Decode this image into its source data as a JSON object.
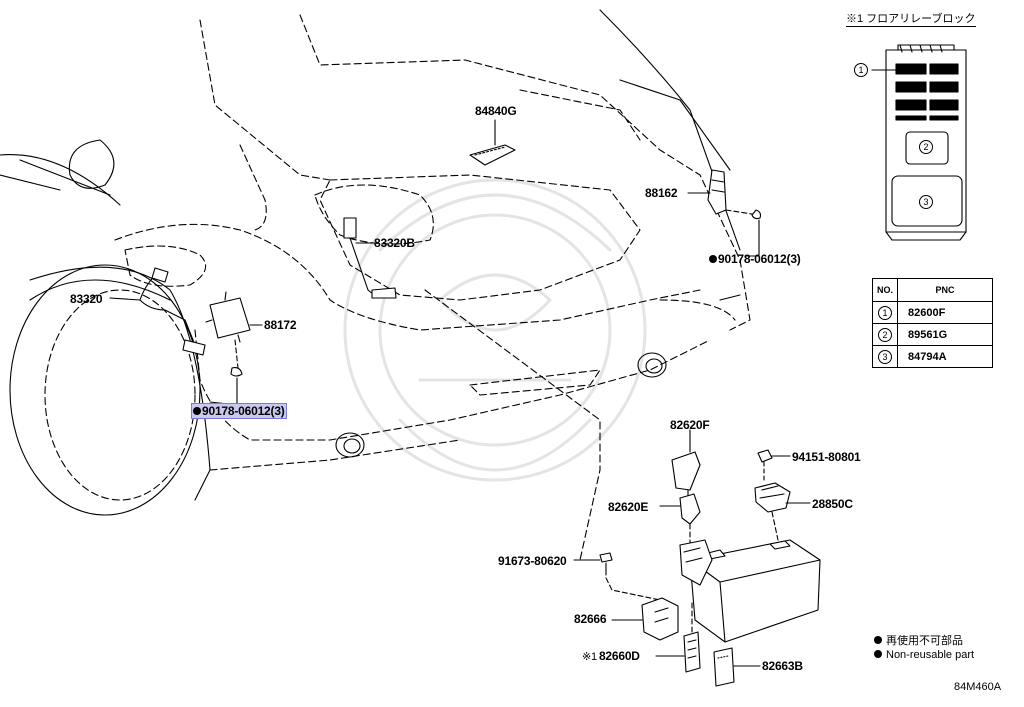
{
  "relay_block": {
    "title": "※1 フロアリレーブロック",
    "callouts": [
      "1",
      "2",
      "3"
    ]
  },
  "pnc_table": {
    "header_no": "NO.",
    "header_pnc": "PNC",
    "rows": [
      {
        "no": "1",
        "pnc": "82600F"
      },
      {
        "no": "2",
        "pnc": "89561G"
      },
      {
        "no": "3",
        "pnc": "84794A"
      }
    ]
  },
  "parts": {
    "p84840G": "84840G",
    "p88162": "88162",
    "p83320B": "83320B",
    "p83320": "83320",
    "p88172": "88172",
    "p90178_right": "90178-06012(3)",
    "p90178_left": "90178-06012(3)",
    "p82620F": "82620F",
    "p94151": "94151-80801",
    "p82620E": "82620E",
    "p28850C": "28850C",
    "p91673": "91673-80620",
    "p82666": "82666",
    "p82660D_mark": "※1",
    "p82660D": "82660D",
    "p82663B": "82663B"
  },
  "legend": {
    "line1": "再使用不可部品",
    "line2": "Non-reusable part"
  },
  "diagram_code": "84M460A",
  "colors": {
    "highlight": "#c9c9f0",
    "line": "#000000",
    "watermark": "#e6e6e6"
  }
}
